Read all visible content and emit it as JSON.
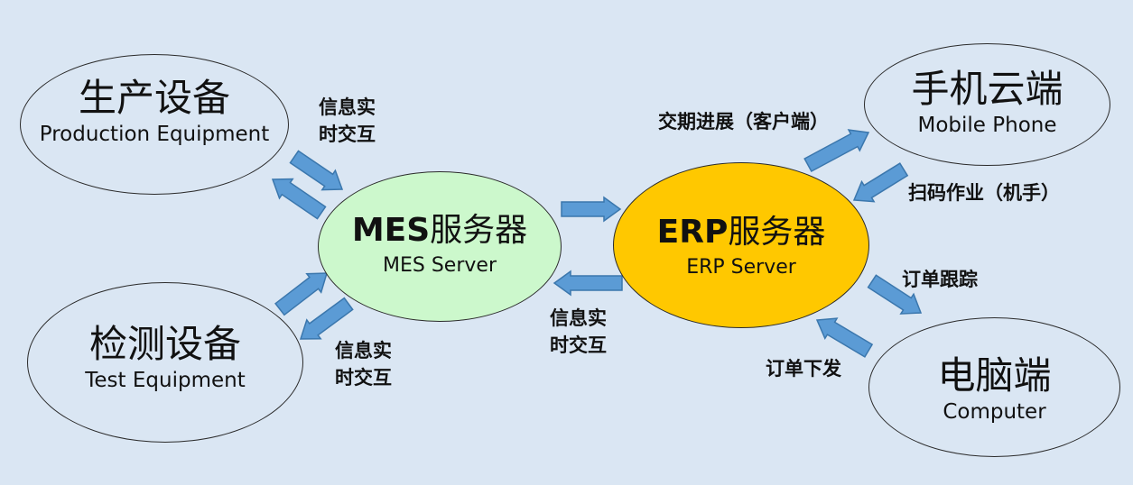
{
  "colors": {
    "background": "#dae6f3",
    "mes_fill": "#ccf8cc",
    "erp_fill": "#ffc800",
    "arrow_fill": "#5b9bd5",
    "arrow_stroke": "#3b77ad"
  },
  "nodes": {
    "production": {
      "zh": "生产设备",
      "en": "Production Equipment"
    },
    "inspection": {
      "zh": "检测设备",
      "en": "Test Equipment"
    },
    "mes": {
      "zh_prefix": "MES",
      "zh_suffix": "服务器",
      "en": "MES Server"
    },
    "erp": {
      "zh_prefix": "ERP",
      "zh_suffix": "服务器",
      "en": "ERP Server"
    },
    "mobile": {
      "zh": "手机云端",
      "en": "Mobile Phone"
    },
    "computer": {
      "zh": "电脑端",
      "en": "Computer"
    }
  },
  "labels": {
    "prod_interact_1": "信息实",
    "prod_interact_2": "时交互",
    "test_interact_1": "信息实",
    "test_interact_2": "时交互",
    "mes_erp_interact_1": "信息实",
    "mes_erp_interact_2": "时交互",
    "delivery_progress": "交期进展（客户端）",
    "scan_operation": "扫码作业（机手）",
    "order_tracking": "订单跟踪",
    "order_issue": "订单下发"
  }
}
